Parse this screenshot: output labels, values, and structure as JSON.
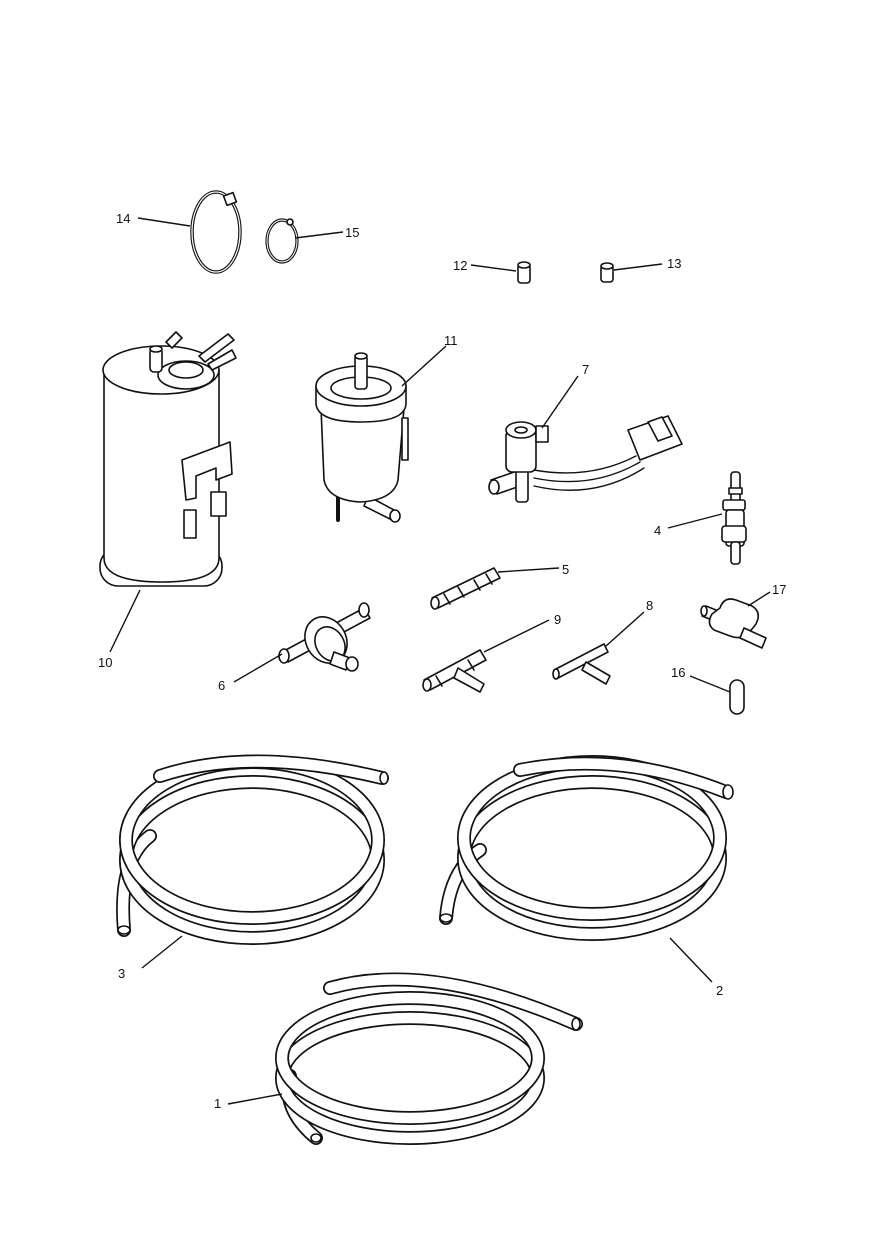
{
  "callouts": {
    "c1": "1",
    "c2": "2",
    "c3": "3",
    "c4": "4",
    "c5": "5",
    "c6": "6",
    "c7": "7",
    "c8": "8",
    "c9": "9",
    "c10": "10",
    "c11": "11",
    "c12": "12",
    "c13": "13",
    "c14": "14",
    "c15": "15",
    "c16": "16",
    "c17": "17"
  },
  "colors": {
    "line": "#111111",
    "background": "#ffffff"
  }
}
